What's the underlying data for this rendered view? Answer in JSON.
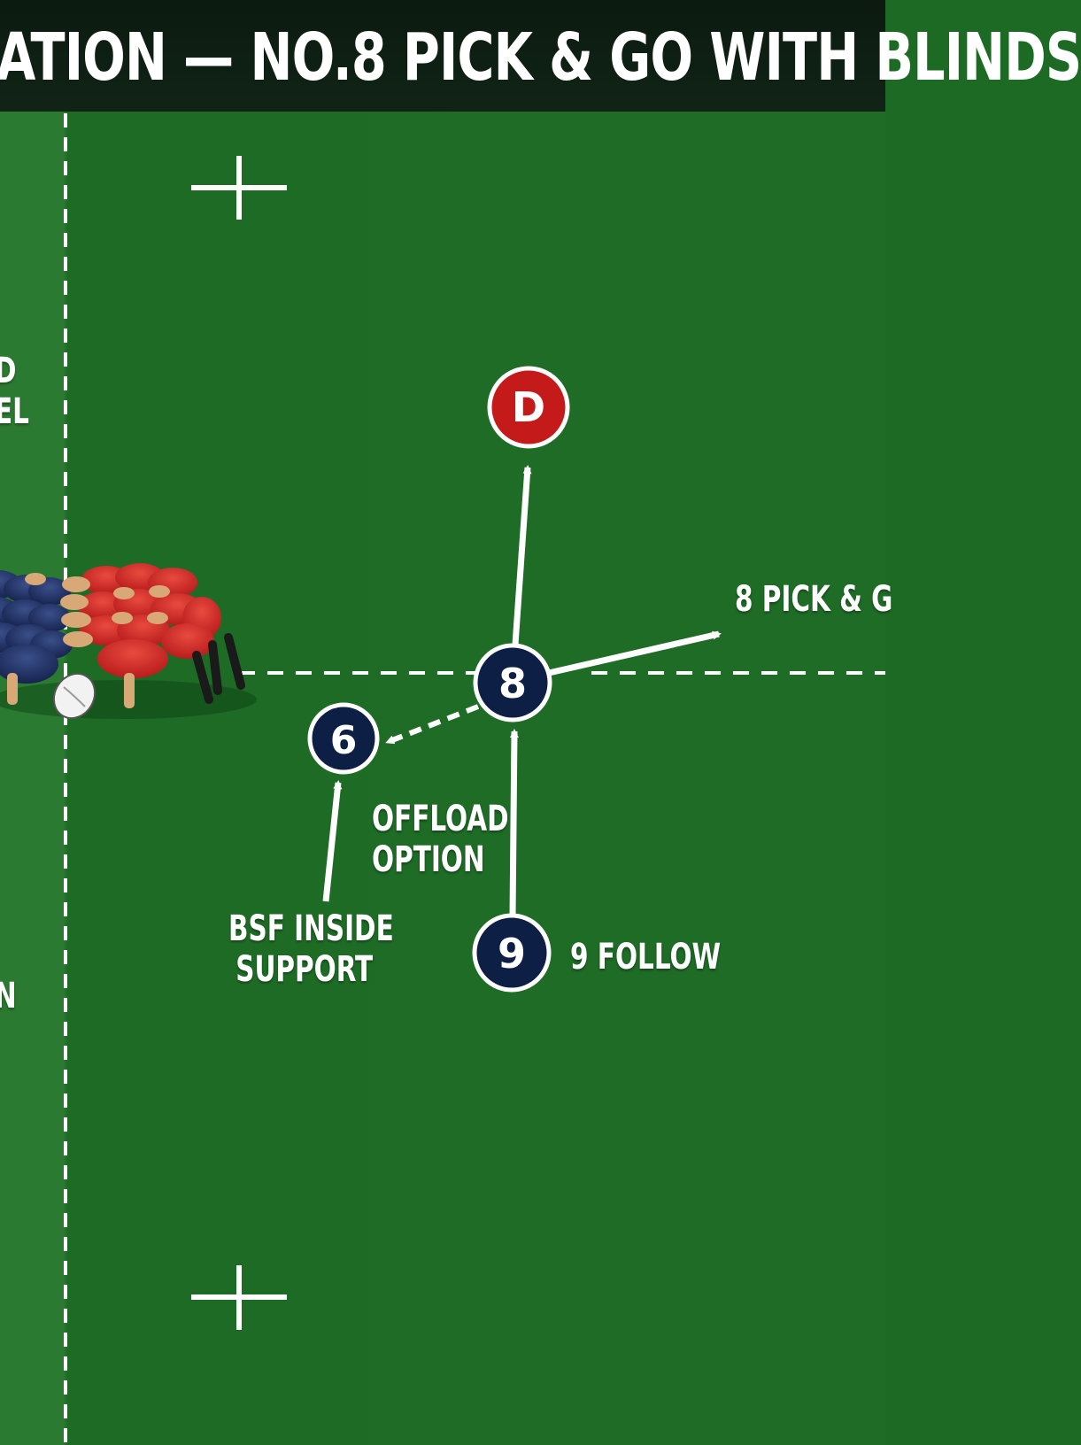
{
  "title": "ATION — NO.8 PICK & GO WITH BLINDS",
  "left_labels": {
    "upper_line1": "D",
    "upper_line2": "EL",
    "lower": "N"
  },
  "players": {
    "defender": "D",
    "number8": "8",
    "flanker6": "6",
    "scrumhalf9": "9"
  },
  "annotations": {
    "pick_and_go": "8 PICK & G",
    "offload_line1": "OFFLOAD",
    "offload_line2": "OPTION",
    "bsf_line1": "BSF INSIDE",
    "bsf_line2": "SUPPORT",
    "nine_follow": "9 FOLLOW"
  },
  "colors": {
    "attack": "#0e1f45",
    "defence": "#c41a1a",
    "pitch": "#1f6c27",
    "lines": "#ffffff"
  }
}
